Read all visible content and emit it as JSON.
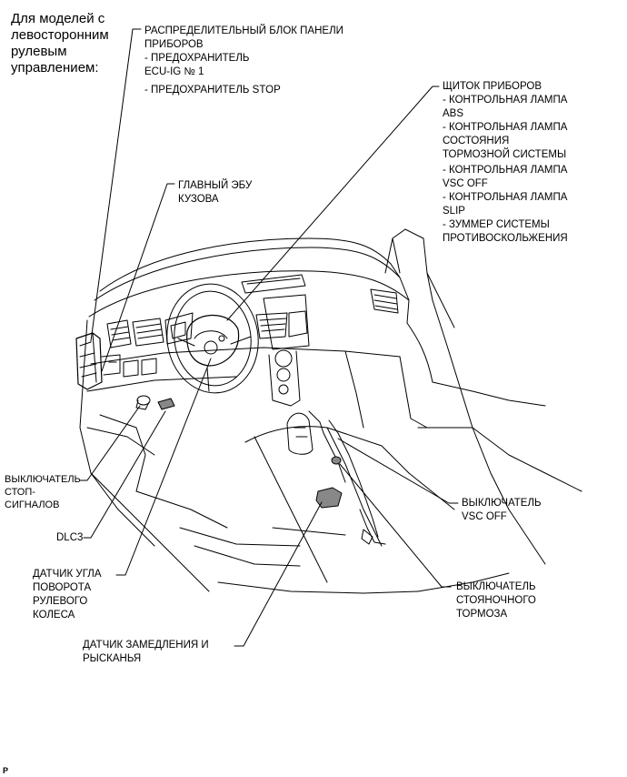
{
  "intro_lines": [
    "Для моделей с",
    "левосторонним",
    "рулевым",
    "управлением:"
  ],
  "labels": {
    "junction_block": [
      "РАСПРЕДЕЛИТЕЛЬНЫЙ БЛОК ПАНЕЛИ",
      "ПРИБОРОВ",
      "- ПРЕДОХРАНИТЕЛЬ",
      "ECU-IG № 1",
      "- ПРЕДОХРАНИТЕЛЬ STOP"
    ],
    "combination_meter": [
      "ЩИТОК ПРИБОРОВ",
      "- КОНТРОЛЬНАЯ ЛАМПА",
      "ABS",
      "- КОНТРОЛЬНАЯ ЛАМПА",
      "СОСТОЯНИЯ",
      "ТОРМОЗНОЙ СИСТЕМЫ",
      "- КОНТРОЛЬНАЯ ЛАМПА",
      "VSC OFF",
      "- КОНТРОЛЬНАЯ ЛАМПА",
      "SLIP",
      "- ЗУММЕР СИСТЕМЫ",
      "ПРОТИВОСКОЛЬЖЕНИЯ"
    ],
    "body_ecu": [
      "ГЛАВНЫЙ ЭБУ",
      "КУЗОВА"
    ],
    "stop_switch": [
      "ВЫКЛЮЧАТЕЛЬ",
      "СТОП-",
      "СИГНАЛОВ"
    ],
    "dlc3": [
      "DLC3"
    ],
    "steering_sensor": [
      "ДАТЧИК УГЛА",
      "ПОВОРОТА",
      "РУЛЕВОГО",
      "КОЛЕСА"
    ],
    "yaw_sensor": [
      "ДАТЧИК ЗАМЕДЛЕНИЯ И",
      "РЫСКАНЬЯ"
    ],
    "vsc_off_switch": [
      "ВЫКЛЮЧАТЕЛЬ",
      "VSC OFF"
    ],
    "parking_brake_switch": [
      "ВЫКЛЮЧАТЕЛЬ",
      "СТОЯНОЧНОГО",
      "ТОРМОЗА"
    ]
  },
  "footer_mark": "P"
}
